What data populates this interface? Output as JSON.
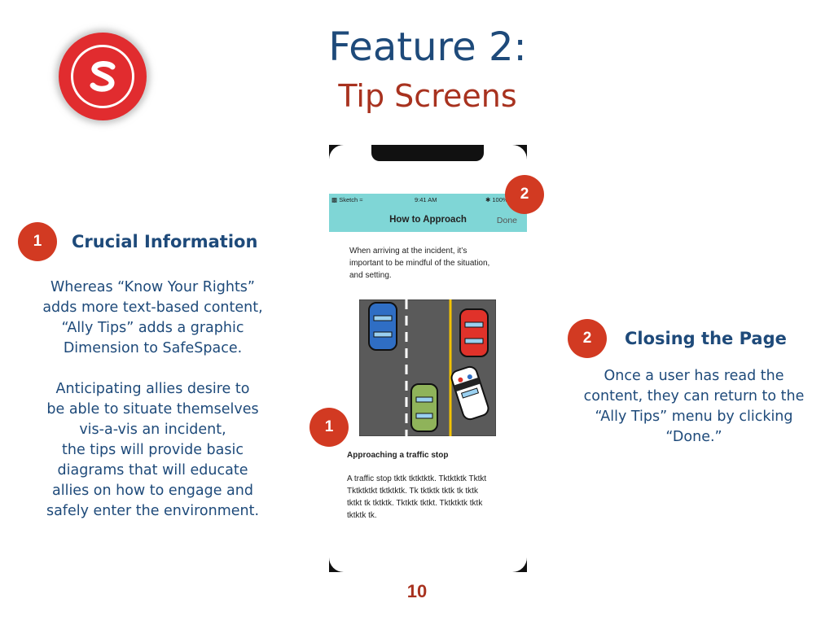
{
  "slide": {
    "title": "Feature 2:",
    "subtitle": "Tip Screens",
    "page_number": "10",
    "logo_letter": "S"
  },
  "left_section": {
    "badge": "1",
    "heading": "Crucial Information",
    "paragraph1": [
      "Whereas “Know Your Rights”",
      "adds more text-based content,",
      "“Ally Tips” adds a graphic",
      "Dimension to SafeSpace."
    ],
    "paragraph2": [
      "Anticipating allies desire to",
      "be able to situate themselves",
      "vis-a-vis an incident,",
      "the tips will provide basic",
      "diagrams that will educate",
      "allies on how to engage and",
      "safely enter the environment."
    ]
  },
  "right_section": {
    "badge": "2",
    "heading": "Closing the Page",
    "paragraph": [
      "Once a user has read the",
      "content, they can return to the",
      "“Ally Tips” menu by clicking",
      "“Done.”"
    ]
  },
  "phone": {
    "status_carrier": "Sketch",
    "status_time": "9:41 AM",
    "status_battery": "100%",
    "nav_title": "How to Approach",
    "done_label": "Done",
    "intro_lines": [
      "When arriving at the incident, it’s",
      "important to be mindful of the situation,",
      "and setting."
    ],
    "section_heading": "Approaching a traffic stop",
    "body_lines": [
      "A traffic stop tktk tktktktk. Tktktktk Tktkt",
      "Tktktktkt tktktktk. Tk tktktk tktk tk tktk",
      "tktkt tk tktktk. Tktktk tktkt. Tktktktk tktk",
      "tktktk tk."
    ],
    "overlay_badge_done": "2",
    "overlay_badge_diagram": "1"
  },
  "colors": {
    "navy": "#1e4a7a",
    "brick_red": "#a8321f",
    "badge_red": "#d23a22",
    "nav_teal": "#7fd6d6",
    "road_gray": "#5a5a5a"
  }
}
